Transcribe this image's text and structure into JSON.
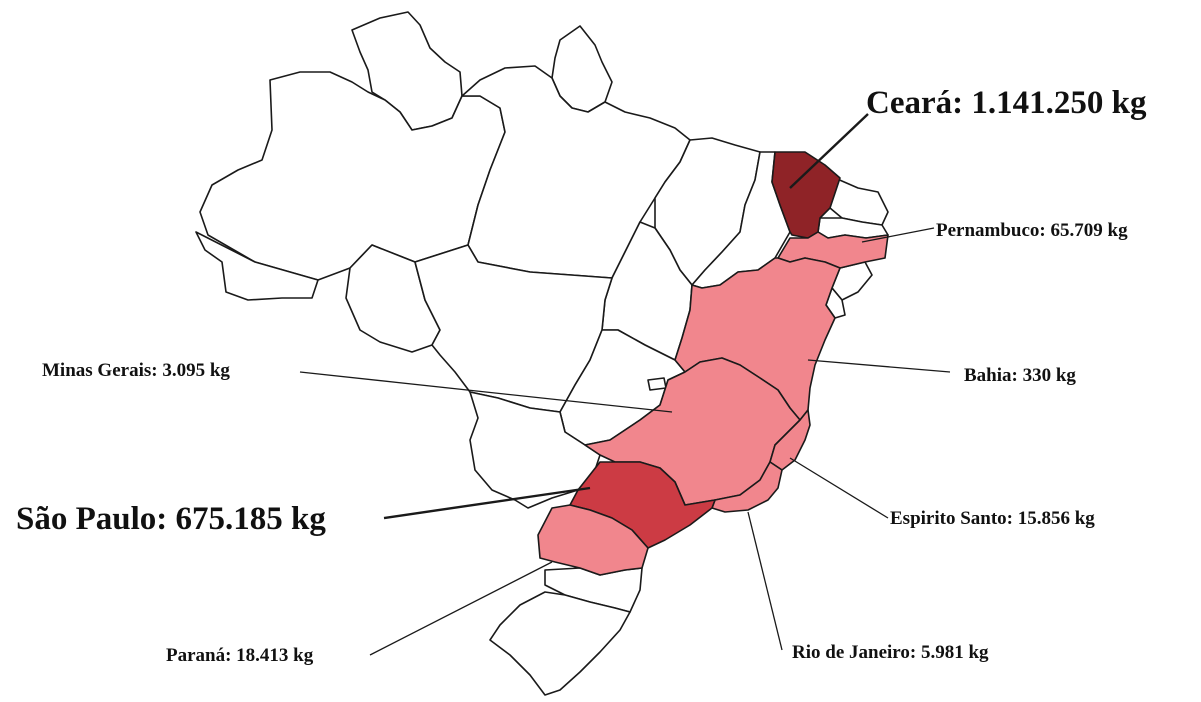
{
  "colors": {
    "outline": "#1a1a1a",
    "no_data": "#ffffff",
    "dark": "#8f2327",
    "medium": "#cc3b44",
    "light": "#f1868d"
  },
  "labels": {
    "ceara": "Ceará: 1.141.250 kg",
    "pernambuco": "Pernambuco: 65.709 kg",
    "bahia": "Bahia: 330 kg",
    "minas_gerais": "Minas Gerais: 3.095 kg",
    "sao_paulo": "São Paulo: 675.185 kg",
    "espirito_santo": "Espirito Santo: 15.856 kg",
    "parana": "Paraná: 18.413 kg",
    "rio_de_janeiro": "Rio de Janeiro: 5.981 kg"
  },
  "values_kg": {
    "ceara": 1141250,
    "sao_paulo": 675185,
    "pernambuco": 65709,
    "parana": 18413,
    "espirito_santo": 15856,
    "rio_de_janeiro": 5981,
    "minas_gerais": 3095,
    "bahia": 330
  }
}
